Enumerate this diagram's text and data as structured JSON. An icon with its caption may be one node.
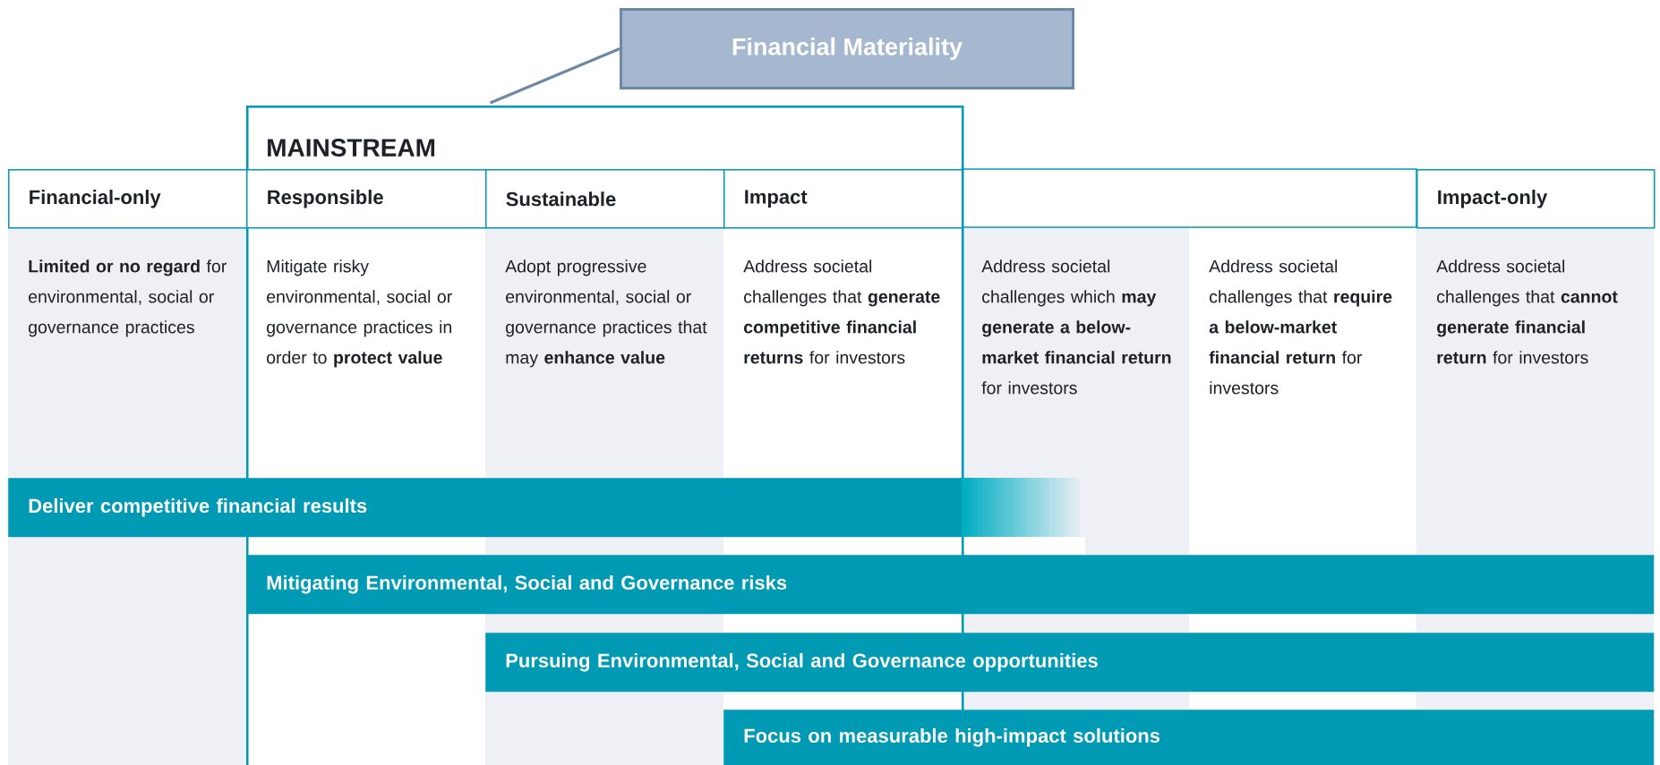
{
  "diagram": {
    "nodes": [
      {
        "text": [
          "Financial Materiality"
        ]
      },
      {
        "text": [
          "MAINSTREAM"
        ]
      },
      {
        "text": [
          "Financial-only"
        ]
      },
      {
        "text": [
          "Responsible"
        ],
        "in": 1
      },
      {
        "text": [
          "Sustainable"
        ],
        "in": 1
      },
      {
        "text": [
          "Impact"
        ],
        "in": 1
      },
      {
        "text": [
          "Impact-only"
        ]
      },
      {
        "text": [
          "**Limited or no regard** for environmental, social or governance practices"
        ]
      },
      {
        "text": [
          "Mitigate risky environmental, social or governance practices in order to **protect value**"
        ],
        "in": 1
      },
      {
        "text": [
          "Adopt progressive environmental, social or governance practices that may **enhance value**"
        ],
        "in": 1
      },
      {
        "text": [
          "Address societal challenges that **generate competitive financial returns** for investors"
        ],
        "in": 1
      },
      {
        "text": [
          "Address societal challenges which **may generate a below-market financial return** for investors"
        ]
      },
      {
        "text": [
          "Address societal challenges that **require a below-market financial return** for investors"
        ]
      },
      {
        "text": [
          "Address societal challenges that **cannot generate financial return** for investors"
        ]
      },
      {
        "text": [
          "Deliver competitive financial results"
        ]
      },
      {
        "text": [
          "Mitigating Environmental, Social and Governance risks"
        ]
      },
      {
        "text": [
          "Pursuing Environmental, Social and Governance opportunities"
        ]
      },
      {
        "text": [
          "Focus on measurable high-impact solutions"
        ]
      }
    ],
    "edges": [
      {
        "from": 0,
        "to": 1,
        "arrow": "none"
      }
    ]
  }
}
